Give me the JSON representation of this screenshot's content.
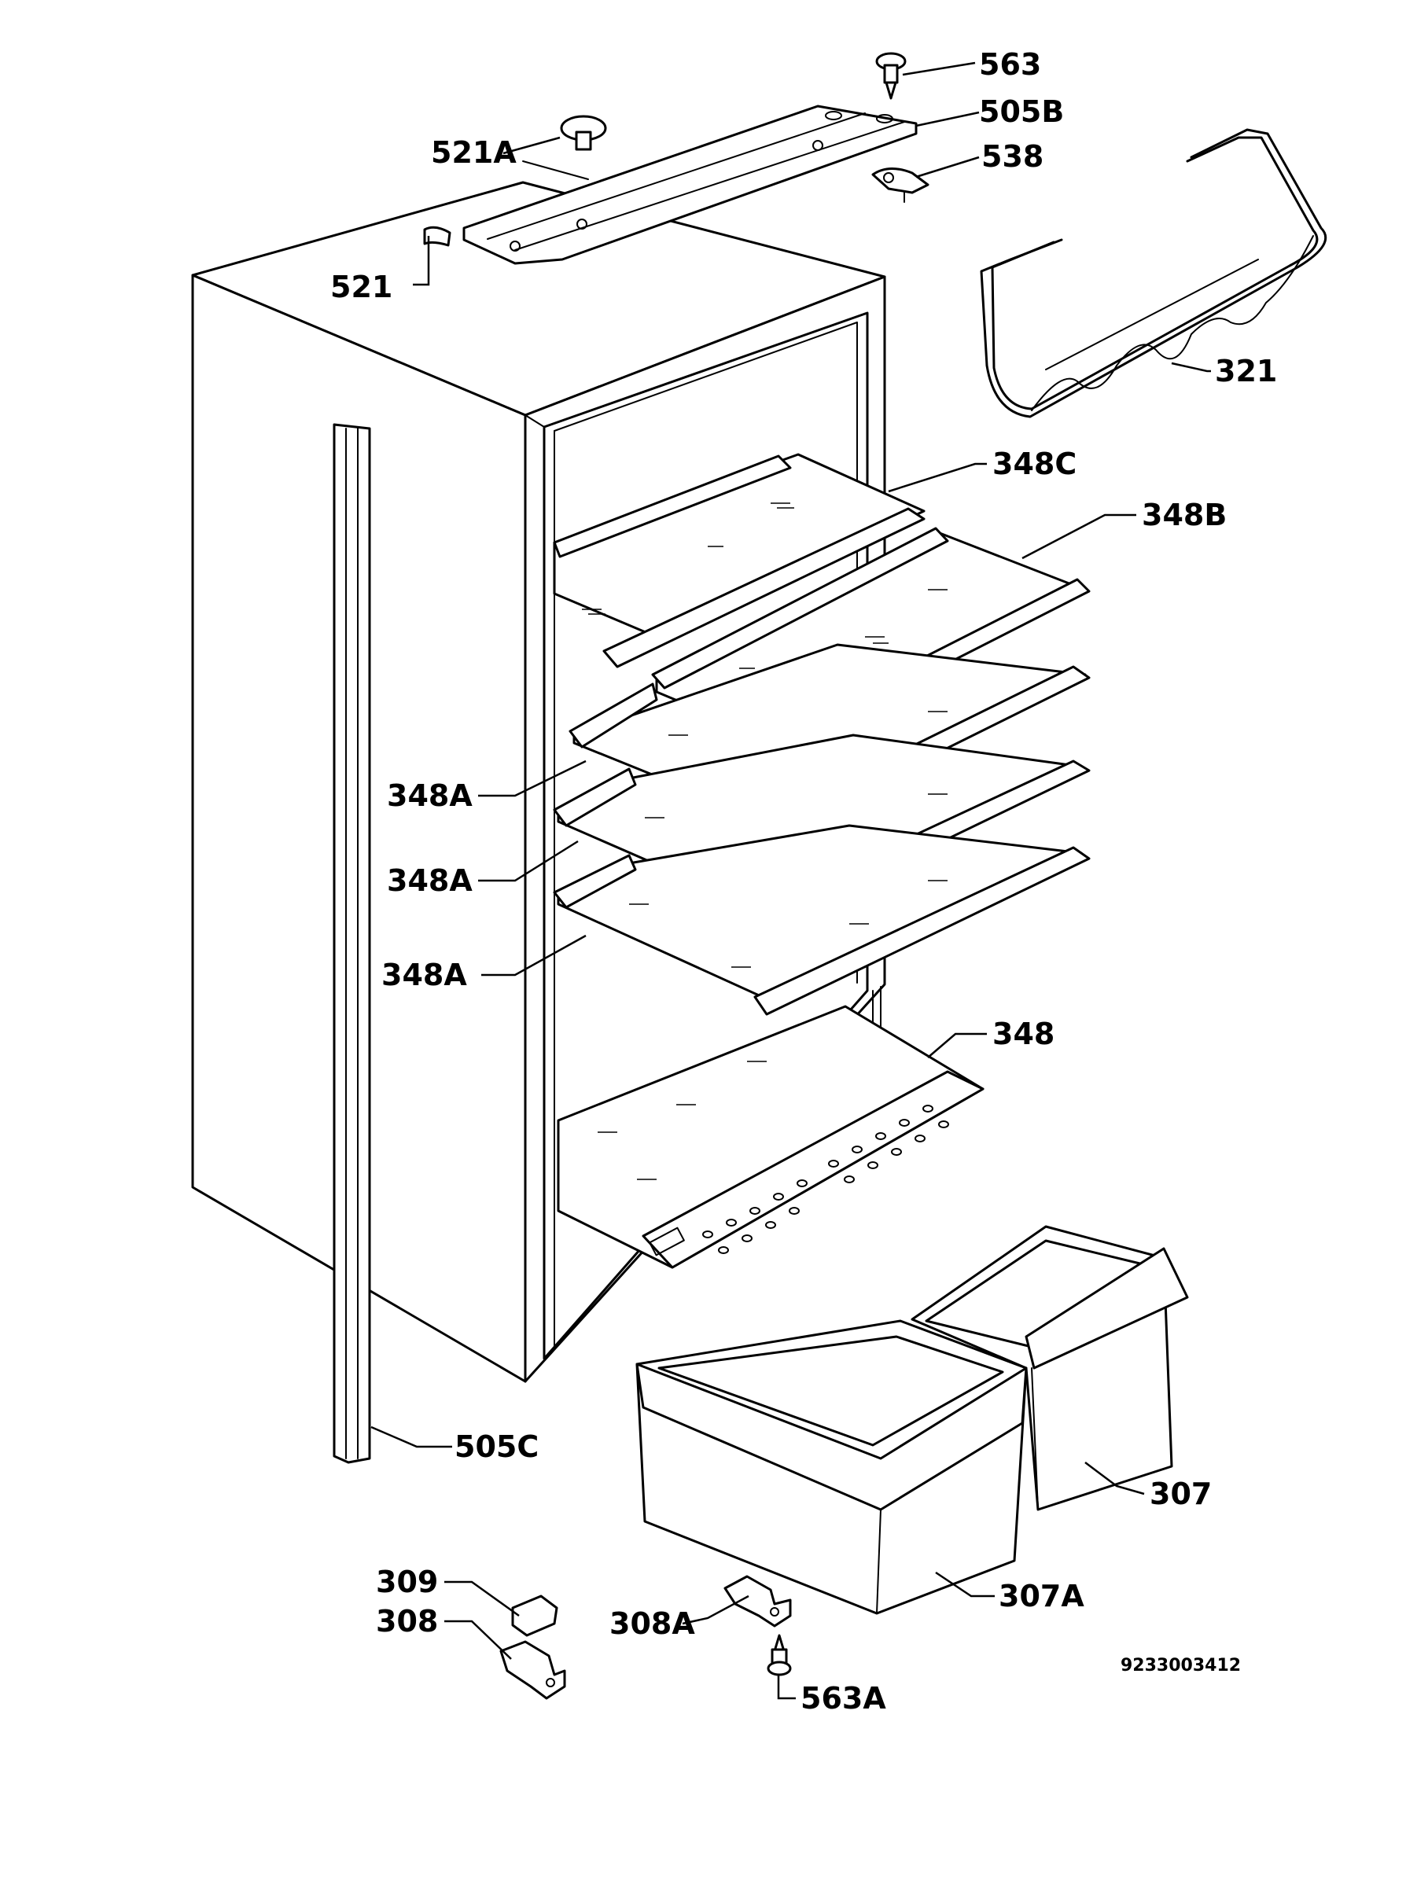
{
  "labels": {
    "p563": "563",
    "p505B": "505B",
    "p521A": "521A",
    "p538": "538",
    "p521": "521",
    "p321": "321",
    "p348C": "348C",
    "p348B": "348B",
    "p348A_1": "348A",
    "p348A_2": "348A",
    "p348A_3": "348A",
    "p348": "348",
    "p505C": "505C",
    "p307": "307",
    "p307A": "307A",
    "p309": "309",
    "p308": "308",
    "p308A": "308A",
    "p563A": "563A"
  },
  "document_number": "9233003412"
}
